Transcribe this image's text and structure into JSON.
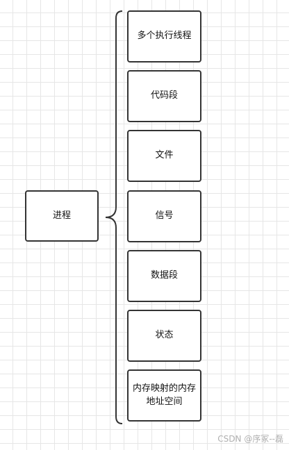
{
  "root": {
    "label": "进程"
  },
  "children": [
    {
      "label": "多个执行线程"
    },
    {
      "label": "代码段"
    },
    {
      "label": "文件"
    },
    {
      "label": "信号"
    },
    {
      "label": "数据段"
    },
    {
      "label": "状态"
    },
    {
      "label": "内存映射的内存地址空间"
    }
  ],
  "watermark": "CSDN @序冢--磊",
  "colors": {
    "stroke": "#333333",
    "grid": "#e6e6e6",
    "background": "#ffffff"
  }
}
